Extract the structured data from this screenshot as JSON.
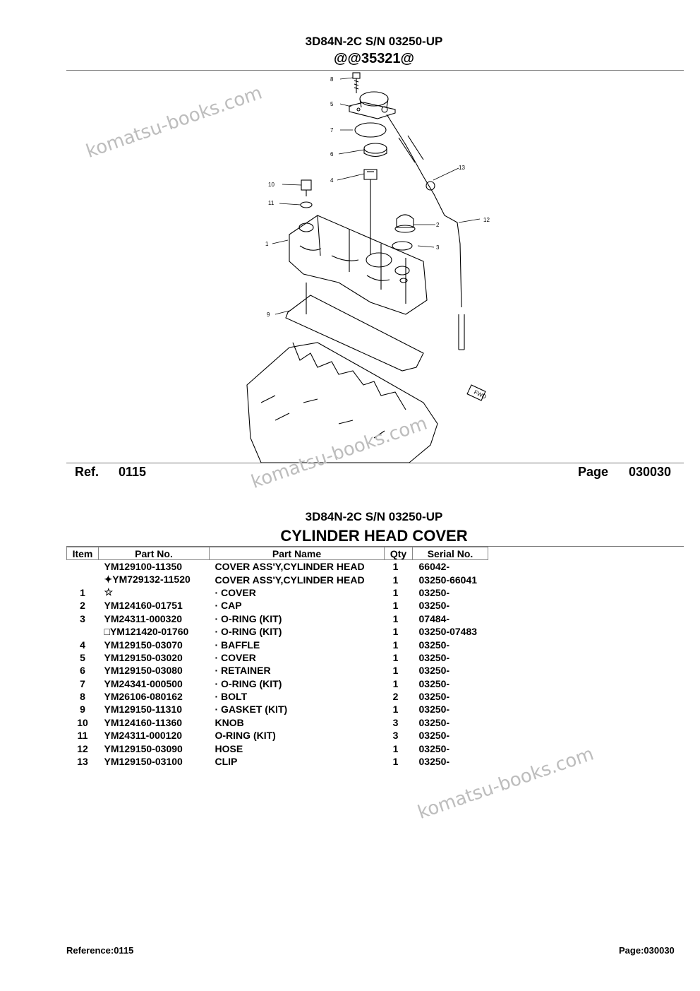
{
  "header": {
    "model_title": "3D84N-2C S/N 03250-UP",
    "code": "@@35321@"
  },
  "watermarks": [
    "komatsu-books.com",
    "komatsu-books.com",
    "komatsu-books.com"
  ],
  "diagram": {
    "callouts": [
      "1",
      "2",
      "3",
      "4",
      "5",
      "6",
      "7",
      "8",
      "9",
      "10",
      "11",
      "12",
      "13"
    ],
    "fwd_label": "FWD"
  },
  "ref_bar": {
    "ref_label": "Ref.",
    "ref_value": "0115",
    "page_label": "Page",
    "page_value": "030030"
  },
  "section": {
    "model_title": "3D84N-2C S/N 03250-UP",
    "title": "CYLINDER HEAD COVER"
  },
  "table": {
    "headers": [
      "Item",
      "Part No.",
      "Part Name",
      "Qty",
      "Serial No."
    ],
    "rows": [
      {
        "item": "",
        "part_no": "YM129100-11350",
        "part_name": "COVER ASS'Y,CYLINDER HEAD",
        "qty": "1",
        "serial": "66042-"
      },
      {
        "item": "",
        "part_no": "✦YM729132-11520",
        "part_name": "COVER ASS'Y,CYLINDER HEAD",
        "qty": "1",
        "serial": "03250-66041"
      },
      {
        "item": "1",
        "part_no": "☆",
        "part_name": "· COVER",
        "qty": "1",
        "serial": "03250-"
      },
      {
        "item": "2",
        "part_no": "YM124160-01751",
        "part_name": "· CAP",
        "qty": "1",
        "serial": "03250-"
      },
      {
        "item": "3",
        "part_no": "YM24311-000320",
        "part_name": "· O-RING (KIT)",
        "qty": "1",
        "serial": "07484-"
      },
      {
        "item": "",
        "part_no": "□YM121420-01760",
        "part_name": "· O-RING (KIT)",
        "qty": "1",
        "serial": "03250-07483"
      },
      {
        "item": "4",
        "part_no": "YM129150-03070",
        "part_name": "· BAFFLE",
        "qty": "1",
        "serial": "03250-"
      },
      {
        "item": "5",
        "part_no": "YM129150-03020",
        "part_name": "· COVER",
        "qty": "1",
        "serial": "03250-"
      },
      {
        "item": "6",
        "part_no": "YM129150-03080",
        "part_name": "· RETAINER",
        "qty": "1",
        "serial": "03250-"
      },
      {
        "item": "7",
        "part_no": "YM24341-000500",
        "part_name": "· O-RING (KIT)",
        "qty": "1",
        "serial": "03250-"
      },
      {
        "item": "8",
        "part_no": "YM26106-080162",
        "part_name": "· BOLT",
        "qty": "2",
        "serial": "03250-"
      },
      {
        "item": "9",
        "part_no": "YM129150-11310",
        "part_name": "· GASKET (KIT)",
        "qty": "1",
        "serial": "03250-"
      },
      {
        "item": "10",
        "part_no": "YM124160-11360",
        "part_name": "KNOB",
        "qty": "3",
        "serial": "03250-"
      },
      {
        "item": "11",
        "part_no": "YM24311-000120",
        "part_name": "O-RING (KIT)",
        "qty": "3",
        "serial": "03250-"
      },
      {
        "item": "12",
        "part_no": "YM129150-03090",
        "part_name": "HOSE",
        "qty": "1",
        "serial": "03250-"
      },
      {
        "item": "13",
        "part_no": "YM129150-03100",
        "part_name": "CLIP",
        "qty": "1",
        "serial": "03250-"
      }
    ]
  },
  "footer": {
    "reference": "Reference:0115",
    "page": "Page:030030"
  }
}
